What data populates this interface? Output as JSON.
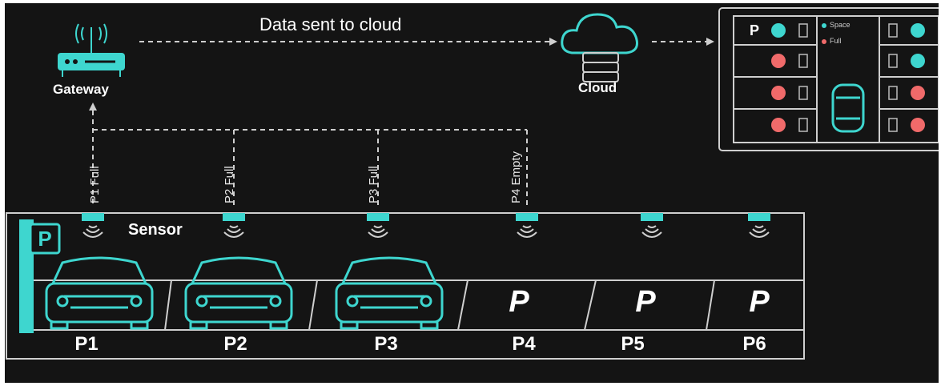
{
  "flow_label": "Data sent to cloud",
  "gateway_label": "Gateway",
  "cloud_label": "Cloud",
  "sensor_label": "Sensor",
  "reports": [
    {
      "slot": "P1",
      "text": "P1 Full"
    },
    {
      "slot": "P2",
      "text": "P2 Full"
    },
    {
      "slot": "P3",
      "text": "P3 Full"
    },
    {
      "slot": "P4",
      "text": "P4 Empty"
    }
  ],
  "slots": [
    {
      "label": "P1",
      "state": "full"
    },
    {
      "label": "P2",
      "state": "full"
    },
    {
      "label": "P3",
      "state": "full"
    },
    {
      "label": "P4",
      "state": "empty",
      "mark": "P"
    },
    {
      "label": "P5",
      "state": "empty",
      "mark": "P"
    },
    {
      "label": "P6",
      "state": "empty",
      "mark": "P"
    }
  ],
  "parking_sign": "P",
  "dashboard": {
    "header_mark": "P",
    "legend": [
      {
        "label": "Space",
        "color": "#3ed6cf"
      },
      {
        "label": "Full",
        "color": "#f06a6a"
      }
    ],
    "left_column": [
      "empty",
      "full",
      "full",
      "full"
    ],
    "right_column": [
      "empty",
      "empty",
      "full",
      "full"
    ]
  },
  "colors": {
    "accent": "#3ed6cf",
    "full": "#f06a6a",
    "line": "#cfcfcf",
    "bg": "#141414"
  }
}
